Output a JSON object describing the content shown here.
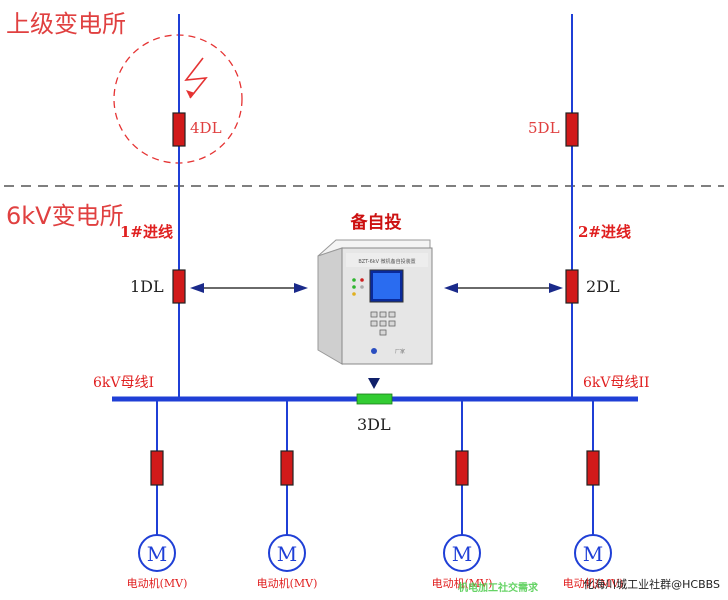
{
  "zones": {
    "upper": "上级变电所",
    "lower": "6kV变电所"
  },
  "device": {
    "title": "备自投",
    "panel_caption": "BZT-6kV  微机备自投装置",
    "maker": "厂家"
  },
  "incoming": {
    "left": "1#进线",
    "right": "2#进线"
  },
  "breakers": {
    "b1": "1DL",
    "b2": "2DL",
    "b3": "3DL",
    "b4": "4DL",
    "b5": "5DL"
  },
  "buses": {
    "left": "6kV母线I",
    "right": "6kV母线II"
  },
  "motors": {
    "symbol": "M",
    "label": "电动机(MV)"
  },
  "watermark": {
    "left": "机电加工社交需求",
    "right": "化海川城工业社群@HCBBS"
  },
  "colors": {
    "line_blue": "#1f3fd6",
    "breaker_red": "#d11a1a",
    "bus_tie_green": "#33cc33",
    "fault_red": "#e53333"
  }
}
